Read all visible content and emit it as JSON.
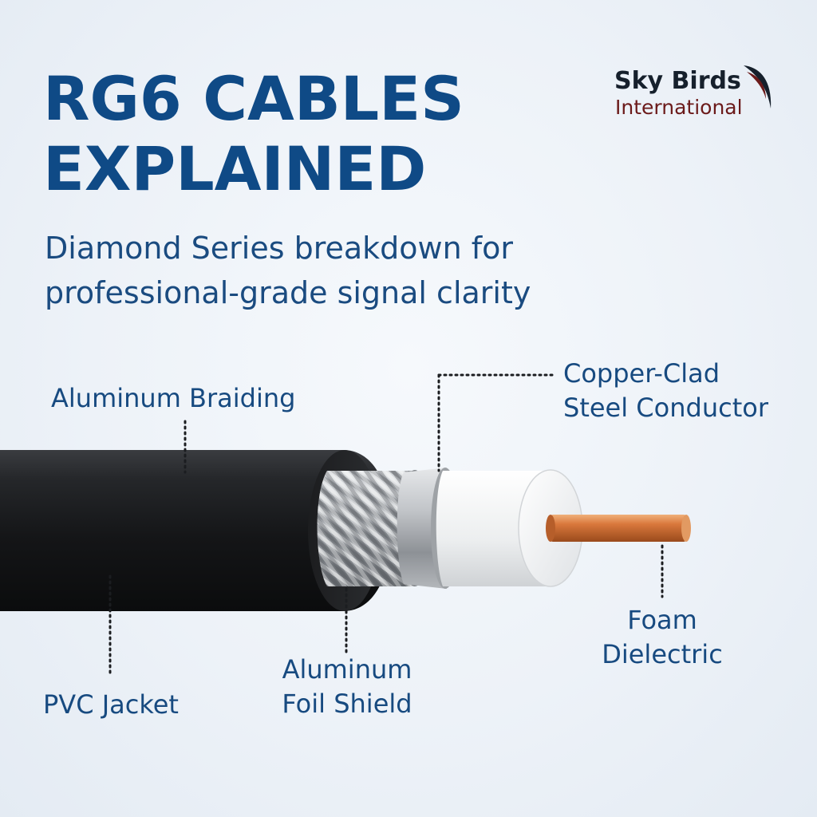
{
  "header": {
    "title_line1": "RG6 CABLES",
    "title_line2": "EXPLAINED",
    "subtitle_line1": "Diamond Series breakdown for",
    "subtitle_line2": "professional-grade signal clarity"
  },
  "logo": {
    "line1": "Sky Birds",
    "line2": "International"
  },
  "labels": {
    "braiding": "Aluminum Braiding",
    "conductor_line1": "Copper-Clad",
    "conductor_line2": "Steel Conductor",
    "jacket": "PVC Jacket",
    "foil_line1": "Aluminum",
    "foil_line2": "Foil Shield",
    "dielectric_line1": "Foam",
    "dielectric_line2": "Dielectric"
  },
  "colors": {
    "title": "#0f4a86",
    "text": "#174a80",
    "jacket": "#1a1b1d",
    "copper": "#c8682e",
    "dielectric": "#f2f3f4",
    "foil": "#b9bcc0",
    "logo_dark": "#16202c",
    "logo_red": "#6b1a1a"
  }
}
